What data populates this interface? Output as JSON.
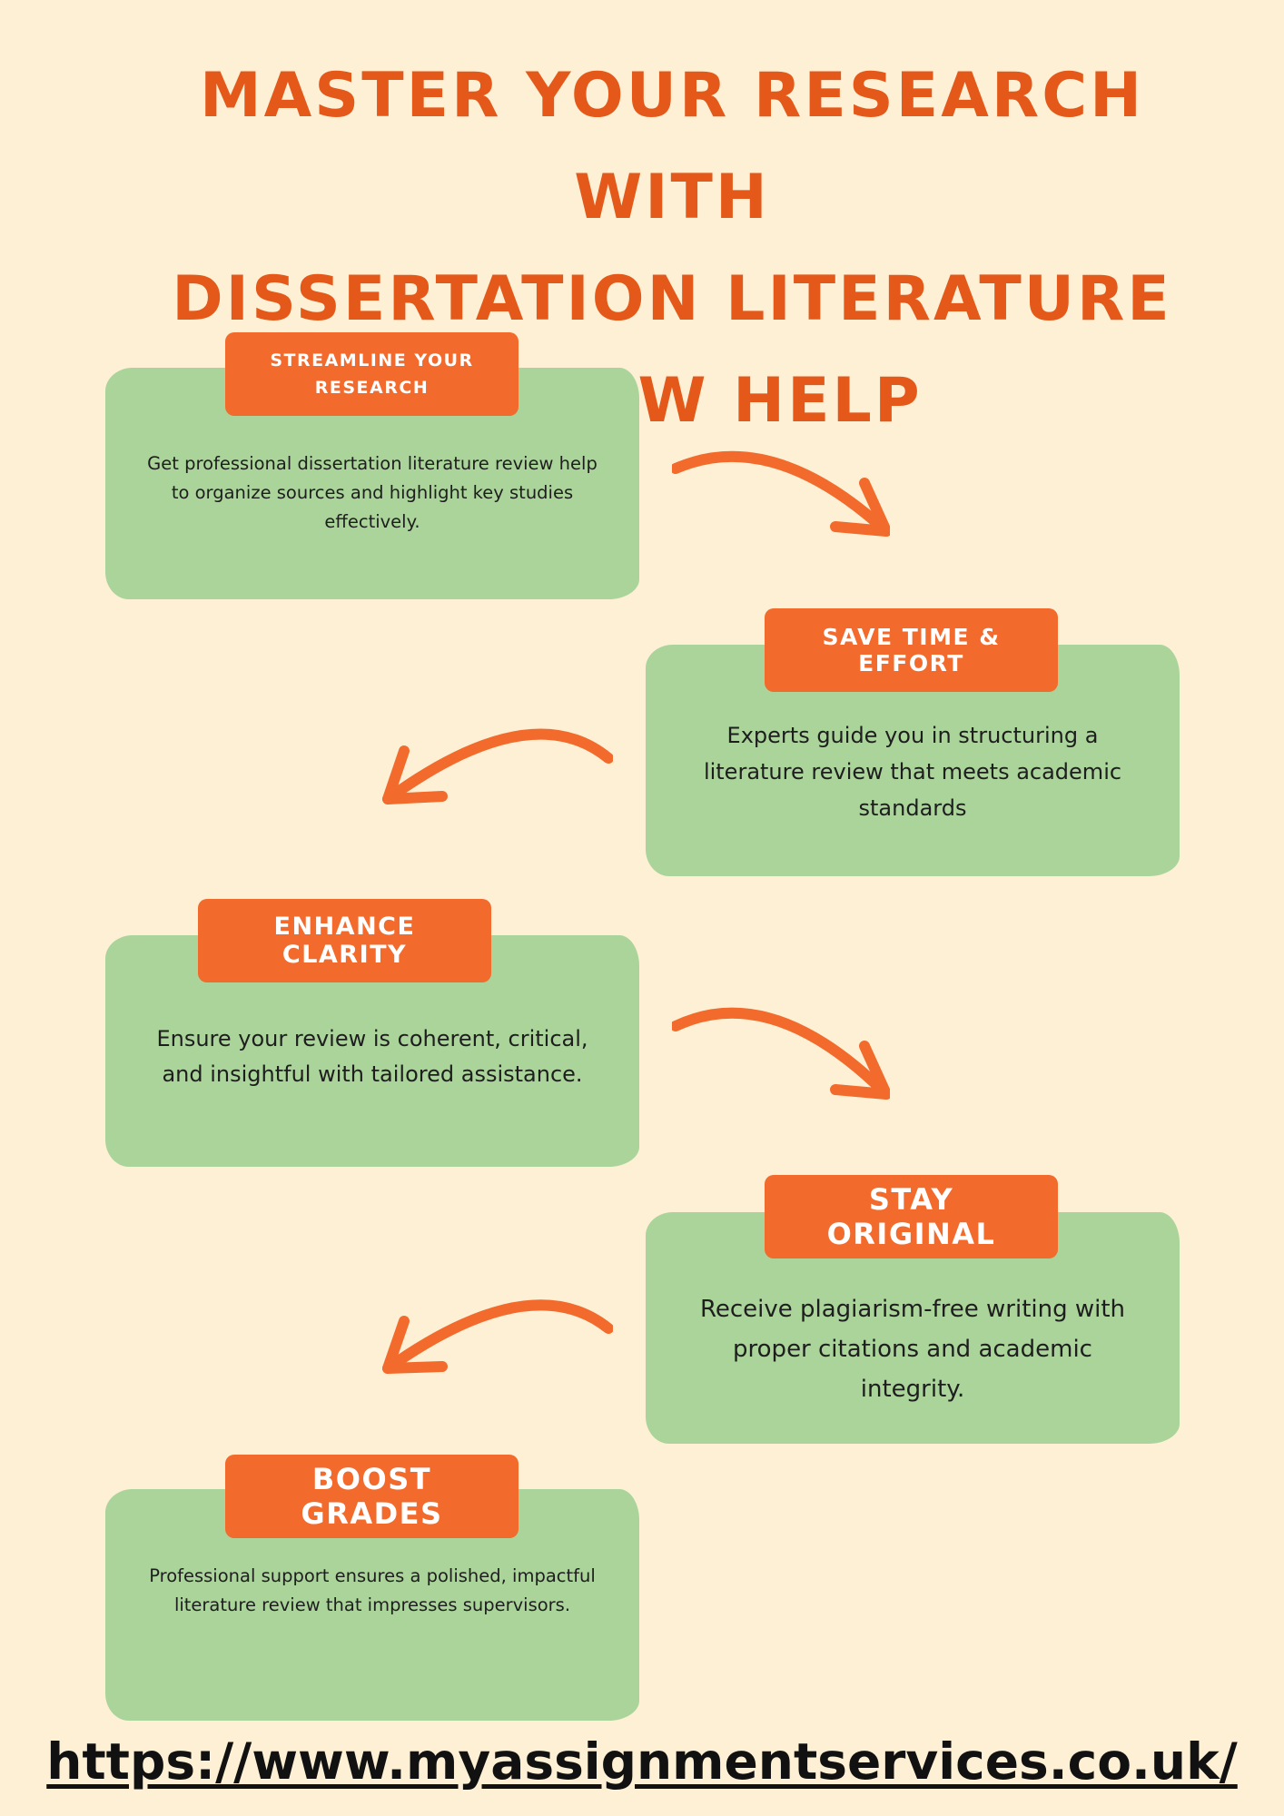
{
  "title": {
    "line1": "Master Your Research with",
    "line2": "Dissertation Literature",
    "line3": "Review Help"
  },
  "steps": [
    {
      "heading": "Streamline Your Research",
      "body": "Get professional dissertation literature review help to organize sources and highlight key studies effectively."
    },
    {
      "heading": "Save Time & Effort",
      "body": "Experts guide you in structuring a literature review that meets academic standards"
    },
    {
      "heading": "Enhance Clarity",
      "body": "Ensure your review is coherent, critical, and insightful with tailored assistance."
    },
    {
      "heading": "Stay Original",
      "body": "Receive plagiarism-free writing with proper citations and academic integrity."
    },
    {
      "heading": "Boost Grades",
      "body": "Professional support ensures a polished, impactful literature review that impresses supervisors."
    }
  ],
  "footer": {
    "url": "https://www.myassignmentservices.co.uk/"
  },
  "colors": {
    "background": "#fdf0d5",
    "title": "#e4591a",
    "card": "#aad49a",
    "tag": "#f26a2c",
    "arrow": "#f26a2c"
  },
  "icons": [
    "curved-arrow-right-icon",
    "curved-arrow-left-icon"
  ]
}
